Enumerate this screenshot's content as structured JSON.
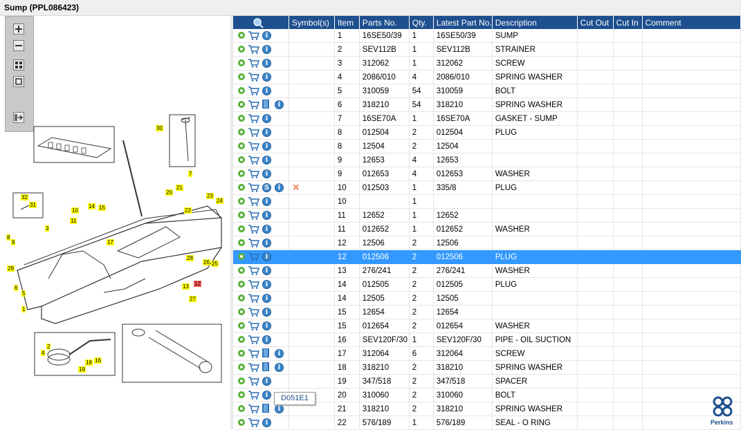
{
  "window": {
    "title": "Sump (PPL086423)"
  },
  "columns": [
    "",
    "Symbol(s)",
    "Item",
    "Parts No.",
    "Qty.",
    "Latest Part No.",
    "Description",
    "Cut Out",
    "Cut In",
    "Comment"
  ],
  "rows": [
    {
      "item": "1",
      "part": "16SE50/39",
      "qty": "1",
      "latest": "16SE50/39",
      "desc": "SUMP",
      "book": false,
      "info": true,
      "super": false,
      "x": false,
      "sel": false
    },
    {
      "item": "2",
      "part": "SEV112B",
      "qty": "1",
      "latest": "SEV112B",
      "desc": "STRAINER",
      "book": false,
      "info": true,
      "super": false,
      "x": false,
      "sel": false
    },
    {
      "item": "3",
      "part": "312062",
      "qty": "1",
      "latest": "312062",
      "desc": "SCREW",
      "book": false,
      "info": true,
      "super": false,
      "x": false,
      "sel": false
    },
    {
      "item": "4",
      "part": "2086/010",
      "qty": "4",
      "latest": "2086/010",
      "desc": "SPRING WASHER",
      "book": false,
      "info": true,
      "super": false,
      "x": false,
      "sel": false
    },
    {
      "item": "5",
      "part": "310059",
      "qty": "54",
      "latest": "310059",
      "desc": "BOLT",
      "book": false,
      "info": true,
      "super": false,
      "x": false,
      "sel": false
    },
    {
      "item": "6",
      "part": "318210",
      "qty": "54",
      "latest": "318210",
      "desc": "SPRING WASHER",
      "book": true,
      "info": true,
      "super": false,
      "x": false,
      "sel": false
    },
    {
      "item": "7",
      "part": "16SE70A",
      "qty": "1",
      "latest": "16SE70A",
      "desc": "GASKET - SUMP",
      "book": false,
      "info": true,
      "super": false,
      "x": false,
      "sel": false
    },
    {
      "item": "8",
      "part": "012504",
      "qty": "2",
      "latest": "012504",
      "desc": "PLUG",
      "book": false,
      "info": true,
      "super": false,
      "x": false,
      "sel": false
    },
    {
      "item": "8",
      "part": "12504",
      "qty": "2",
      "latest": "12504",
      "desc": "",
      "book": false,
      "info": true,
      "super": false,
      "x": false,
      "sel": false
    },
    {
      "item": "9",
      "part": "12653",
      "qty": "4",
      "latest": "12653",
      "desc": "",
      "book": false,
      "info": true,
      "super": false,
      "x": false,
      "sel": false
    },
    {
      "item": "9",
      "part": "012653",
      "qty": "4",
      "latest": "012653",
      "desc": "WASHER",
      "book": false,
      "info": true,
      "super": false,
      "x": false,
      "sel": false
    },
    {
      "item": "10",
      "part": "012503",
      "qty": "1",
      "latest": "335/8",
      "desc": "PLUG",
      "book": false,
      "info": true,
      "super": true,
      "x": true,
      "sel": false
    },
    {
      "item": "10",
      "part": "",
      "qty": "1",
      "latest": "",
      "desc": "",
      "book": false,
      "info": true,
      "super": false,
      "x": false,
      "sel": false
    },
    {
      "item": "11",
      "part": "12652",
      "qty": "1",
      "latest": "12652",
      "desc": "",
      "book": false,
      "info": true,
      "super": false,
      "x": false,
      "sel": false
    },
    {
      "item": "11",
      "part": "012652",
      "qty": "1",
      "latest": "012652",
      "desc": "WASHER",
      "book": false,
      "info": true,
      "super": false,
      "x": false,
      "sel": false
    },
    {
      "item": "12",
      "part": "12506",
      "qty": "2",
      "latest": "12506",
      "desc": "",
      "book": false,
      "info": true,
      "super": false,
      "x": false,
      "sel": false
    },
    {
      "item": "12",
      "part": "012506",
      "qty": "2",
      "latest": "012506",
      "desc": "PLUG",
      "book": false,
      "info": true,
      "super": false,
      "x": false,
      "sel": true
    },
    {
      "item": "13",
      "part": "276/241",
      "qty": "2",
      "latest": "276/241",
      "desc": "WASHER",
      "book": false,
      "info": true,
      "super": false,
      "x": false,
      "sel": false
    },
    {
      "item": "14",
      "part": "012505",
      "qty": "2",
      "latest": "012505",
      "desc": "PLUG",
      "book": false,
      "info": true,
      "super": false,
      "x": false,
      "sel": false
    },
    {
      "item": "14",
      "part": "12505",
      "qty": "2",
      "latest": "12505",
      "desc": "",
      "book": false,
      "info": true,
      "super": false,
      "x": false,
      "sel": false
    },
    {
      "item": "15",
      "part": "12654",
      "qty": "2",
      "latest": "12654",
      "desc": "",
      "book": false,
      "info": true,
      "super": false,
      "x": false,
      "sel": false
    },
    {
      "item": "15",
      "part": "012654",
      "qty": "2",
      "latest": "012654",
      "desc": "WASHER",
      "book": false,
      "info": true,
      "super": false,
      "x": false,
      "sel": false
    },
    {
      "item": "16",
      "part": "SEV120F/30",
      "qty": "1",
      "latest": "SEV120F/30",
      "desc": "PIPE - OIL SUCTION",
      "book": false,
      "info": true,
      "super": false,
      "x": false,
      "sel": false
    },
    {
      "item": "17",
      "part": "312064",
      "qty": "6",
      "latest": "312064",
      "desc": "SCREW",
      "book": true,
      "info": true,
      "super": false,
      "x": false,
      "sel": false
    },
    {
      "item": "18",
      "part": "318210",
      "qty": "2",
      "latest": "318210",
      "desc": "SPRING WASHER",
      "book": true,
      "info": true,
      "super": false,
      "x": false,
      "sel": false
    },
    {
      "item": "19",
      "part": "347/518",
      "qty": "2",
      "latest": "347/518",
      "desc": "SPACER",
      "book": false,
      "info": true,
      "super": false,
      "x": false,
      "sel": false
    },
    {
      "item": "20",
      "part": "310060",
      "qty": "2",
      "latest": "310060",
      "desc": "BOLT",
      "book": false,
      "info": true,
      "super": false,
      "x": false,
      "sel": false
    },
    {
      "item": "21",
      "part": "318210",
      "qty": "2",
      "latest": "318210",
      "desc": "SPRING WASHER",
      "book": true,
      "info": true,
      "super": false,
      "x": false,
      "sel": false
    },
    {
      "item": "22",
      "part": "576/189",
      "qty": "1",
      "latest": "576/189",
      "desc": "SEAL - O RING",
      "book": false,
      "info": true,
      "super": false,
      "x": false,
      "sel": false
    }
  ],
  "tooltip": "D051E1",
  "logo_text": "Perkins",
  "superseded_mark": "S",
  "info_mark": "i",
  "callouts": [
    "30",
    "7",
    "20",
    "21",
    "22",
    "32",
    "31",
    "10",
    "14",
    "15",
    "11",
    "23",
    "24",
    "3",
    "17",
    "8",
    "9",
    "29",
    "28",
    "26",
    "25",
    "6",
    "5",
    "12",
    "13",
    "27",
    "1",
    "2",
    "4",
    "18",
    "16",
    "19"
  ]
}
